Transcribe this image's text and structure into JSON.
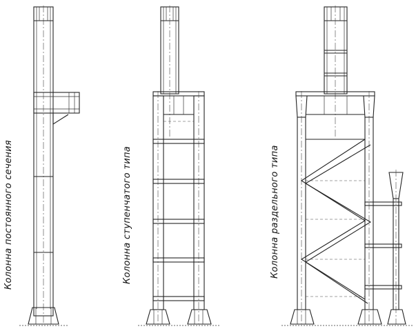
{
  "captions": {
    "constant": "Колонна постоянного сечения",
    "stepped": "Колонна ступенчатого типа",
    "separate": "Колонна раздельного типа"
  },
  "colors": {
    "line": "#222222",
    "background": "#ffffff"
  }
}
